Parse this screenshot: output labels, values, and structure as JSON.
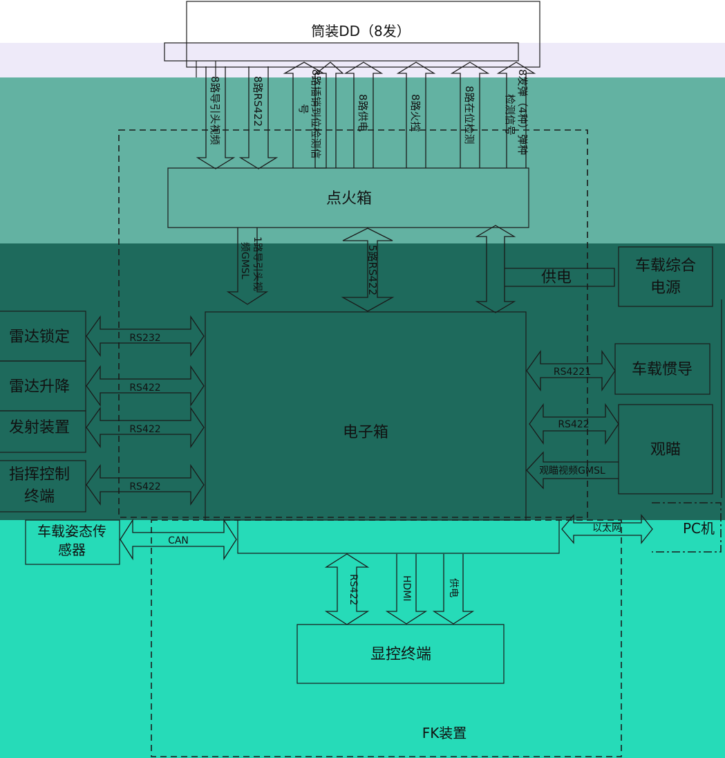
{
  "colors": {
    "band_top": "#eeeaf9",
    "band_light": "#63b2a2",
    "band_dark": "#1e6a5c",
    "band_bright": "#26dbb8"
  },
  "boxes": {
    "tube": "筒装DD（8发）",
    "ignition": "点火箱",
    "electronics": "电子箱",
    "vehicle_power": "车载综合电源",
    "vehicle_ins": "车载惯导",
    "sight": "观瞄",
    "pc": "PC机",
    "radar_lock": "雷达锁定",
    "radar_lift": "雷达升降",
    "launcher": "发射装置",
    "command_terminal": "指挥控制终端",
    "attitude_sensor": "车载姿态传感器",
    "display_terminal": "显控终端",
    "fk_device": "FK装置"
  },
  "top_links": [
    "8路导引头视频",
    "8路RS422",
    "8路插销到位检测信号",
    "8路供电",
    "8路火控",
    "8路在位检测",
    "8发弹（4种）弹种检测信号"
  ],
  "mid_links": {
    "video_gmsl": "1路导引头视频GMSL",
    "rs422_5": "5路RS422",
    "power": "供电"
  },
  "left_links": [
    "RS232",
    "RS422",
    "RS422",
    "RS422",
    "CAN"
  ],
  "right_links": {
    "ins": "RS4221",
    "sight": "RS422",
    "sight_video": "观瞄视频GMSL",
    "ethernet": "以太网"
  },
  "bottom_links": [
    "RS422",
    "HDMI",
    "供电"
  ]
}
